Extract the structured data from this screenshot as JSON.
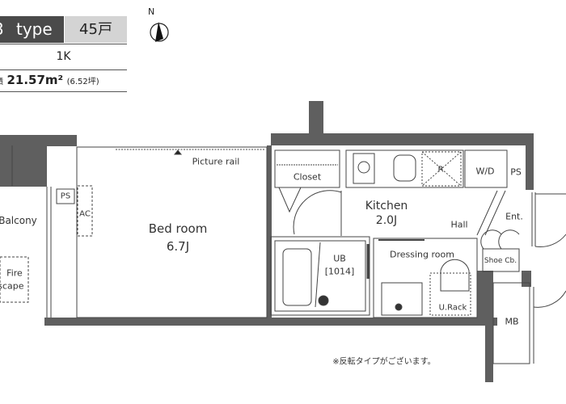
{
  "header": {
    "type_label": "type",
    "units": "45戸",
    "layout": "1K",
    "area_label": "面積",
    "area_value": "21.57m²",
    "area_tsubo": "(6.52坪)"
  },
  "compass": {
    "north_label": "N"
  },
  "rooms": {
    "bedroom": {
      "name": "Bed room",
      "size": "6.7J"
    },
    "picture_rail": "Picture rail",
    "balcony": "Balcony",
    "fire_escape_1": "Fire",
    "fire_escape_2": "escape",
    "ps_left": "PS",
    "ac": "AC",
    "closet": "Closet",
    "kitchen": {
      "name": "Kitchen",
      "size": "2.0J"
    },
    "refrigerator": "R",
    "wd": "W/D",
    "ps_right": "PS",
    "hall": "Hall",
    "entrance": "Ent.",
    "shoe_closet": "Shoe Cb.",
    "ub": {
      "name": "UB",
      "size": "[1014]"
    },
    "dressing_room": "Dressing room",
    "u_rack": "U.Rack",
    "mb": "MB"
  },
  "note": "※反転タイプがございます。",
  "colors": {
    "wall": "#5f5f5f",
    "header_dark": "#4a4a4a",
    "header_gray": "#d4d4d4"
  }
}
